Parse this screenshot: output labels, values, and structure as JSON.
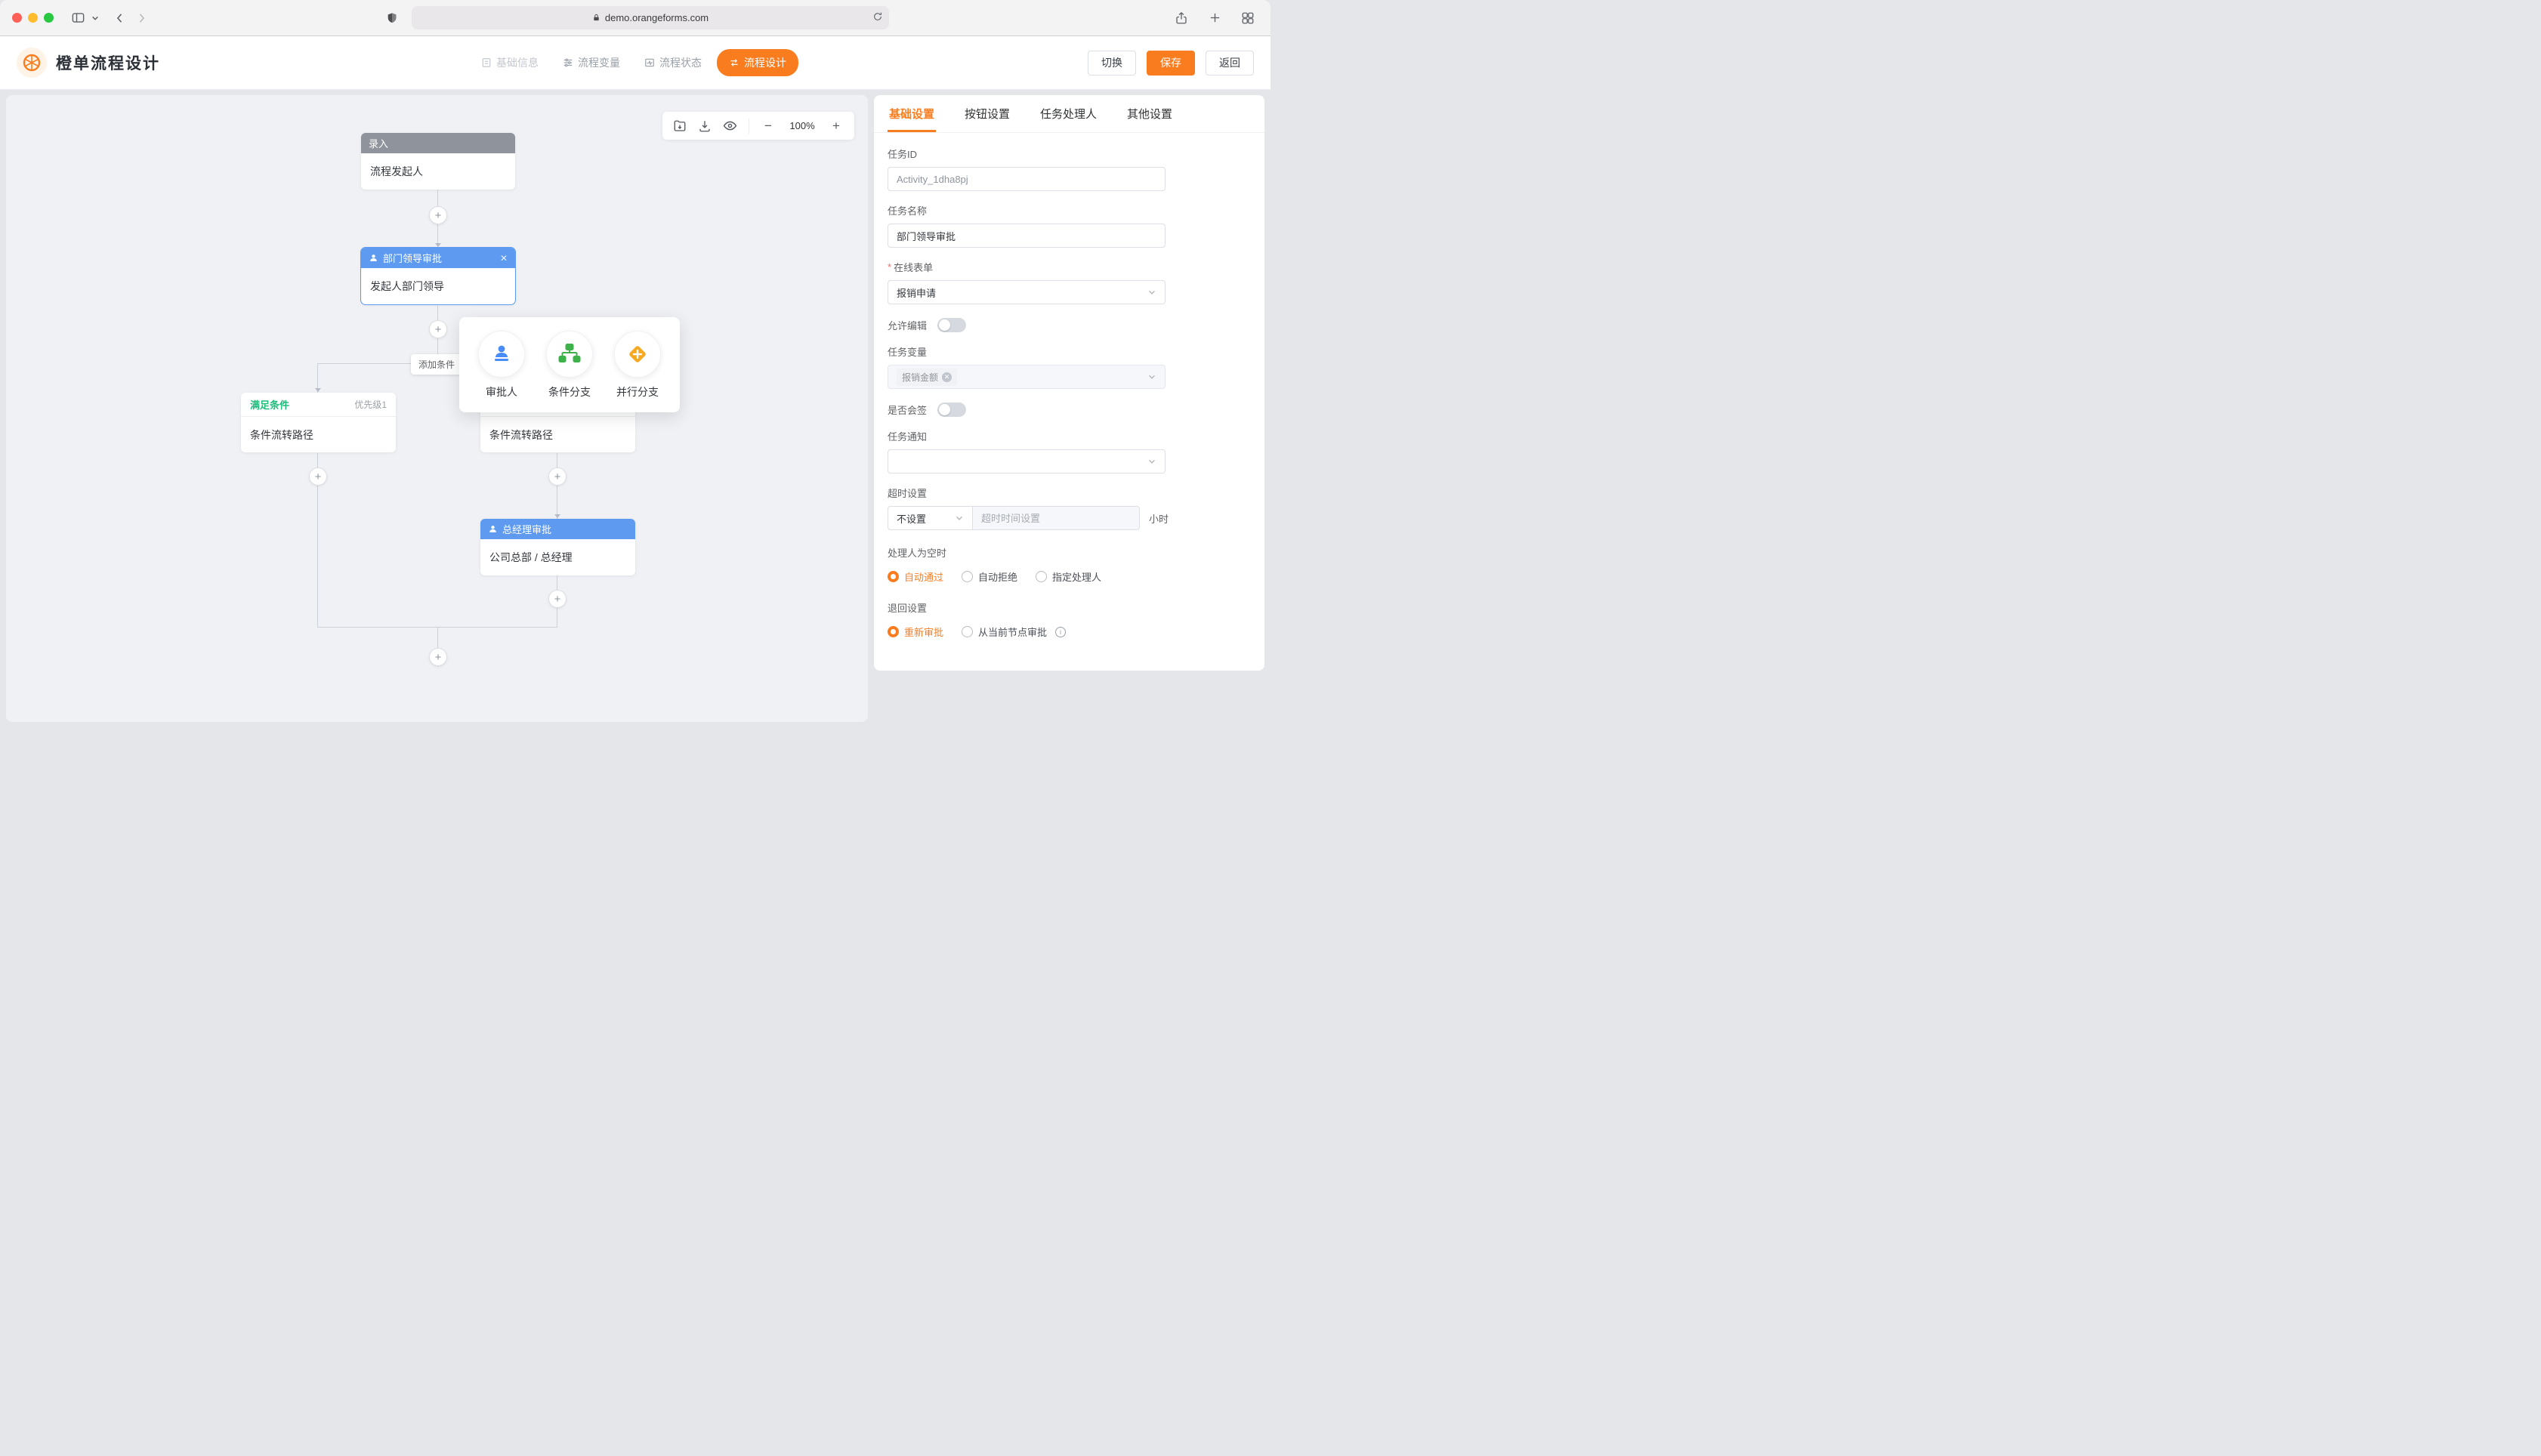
{
  "browser": {
    "url": "demo.orangeforms.com"
  },
  "header": {
    "title": "橙单流程设计",
    "nav": [
      {
        "label": "基础信息"
      },
      {
        "label": "流程变量"
      },
      {
        "label": "流程状态"
      },
      {
        "label": "流程设计"
      }
    ],
    "actions": {
      "switch": "切换",
      "save": "保存",
      "back": "返回"
    }
  },
  "canvas": {
    "zoom_level": "100%",
    "add_condition_label": "添加条件",
    "nodes": {
      "start": {
        "header": "录入",
        "body": "流程发起人"
      },
      "dept_approval": {
        "header": "部门领导审批",
        "body": "发起人部门领导"
      },
      "cond_left": {
        "tag": "满足条件",
        "priority": "优先级1",
        "body": "条件流转路径"
      },
      "cond_right": {
        "body": "条件流转路径"
      },
      "gm_approval": {
        "header": "总经理审批",
        "body": "公司总部 / 总经理"
      }
    },
    "popup_items": [
      {
        "label": "审批人"
      },
      {
        "label": "条件分支"
      },
      {
        "label": "并行分支"
      }
    ]
  },
  "panel": {
    "tabs": [
      {
        "label": "基础设置"
      },
      {
        "label": "按钮设置"
      },
      {
        "label": "任务处理人"
      },
      {
        "label": "其他设置"
      }
    ],
    "task_id": {
      "label": "任务ID",
      "value": "Activity_1dha8pj"
    },
    "task_name": {
      "label": "任务名称",
      "value": "部门领导审批"
    },
    "online_form": {
      "label": "在线表单",
      "value": "报销申请"
    },
    "allow_edit": {
      "label": "允许编辑"
    },
    "task_var": {
      "label": "任务变量",
      "tag": "报销金额"
    },
    "countersign": {
      "label": "是否会签"
    },
    "notify": {
      "label": "任务通知"
    },
    "timeout": {
      "label": "超时设置",
      "select_value": "不设置",
      "placeholder": "超时时间设置",
      "unit": "小时"
    },
    "empty_handler": {
      "label": "处理人为空时",
      "options": [
        "自动通过",
        "自动拒绝",
        "指定处理人"
      ]
    },
    "return_setting": {
      "label": "退回设置",
      "options": [
        "重新审批",
        "从当前节点审批"
      ]
    }
  },
  "colors": {
    "accent_orange": "#f97d1f",
    "node_blue": "#5e9bf0",
    "condition_green": "#1fbc7c"
  }
}
